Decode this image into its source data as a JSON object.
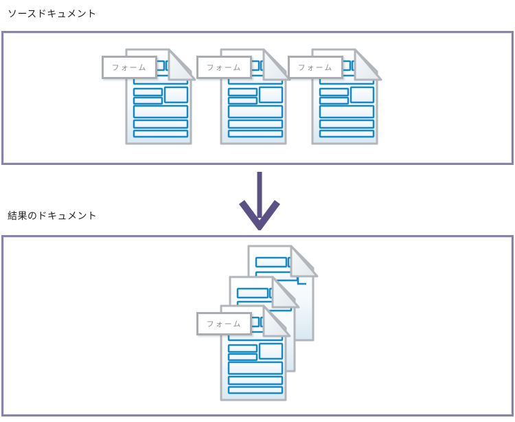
{
  "page": {
    "source_section": {
      "heading": "ソースドキュメント",
      "documents": [
        {
          "badge": "フォーム"
        },
        {
          "badge": "フォーム"
        },
        {
          "badge": "フォーム"
        }
      ]
    },
    "arrow": {
      "direction": "down"
    },
    "result_section": {
      "heading": "結果のドキュメント",
      "stack_count": 3,
      "document": {
        "badge": "フォーム"
      }
    }
  },
  "icons": {
    "document": "form-document-icon",
    "arrow": "down-arrow-icon",
    "badge": "form-label-badge"
  },
  "colors": {
    "frame_border": "#8b83a6",
    "arrow": "#5b5185",
    "field_blue": "#1489c4",
    "page_border": "#b2b6ba",
    "page_fill_bottom": "#d9e8f3",
    "badge_border": "#a9acb0",
    "badge_text": "#8a8d91",
    "heading_text": "#1e1e1e",
    "background": "#ffffff"
  }
}
